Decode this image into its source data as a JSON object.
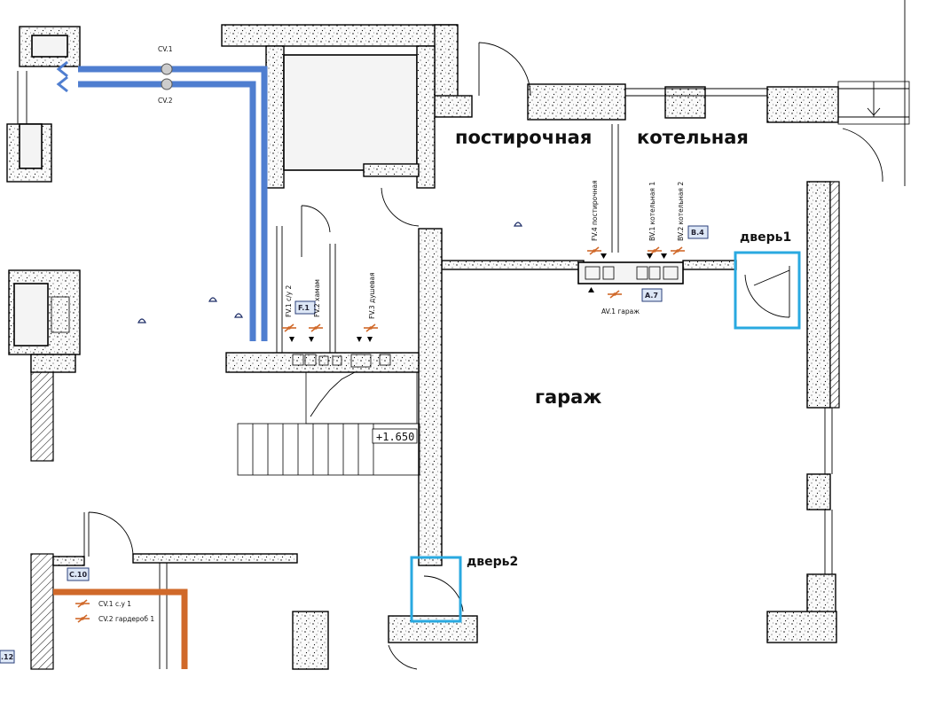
{
  "rooms": {
    "postirochnaya": "постирочная",
    "kotelnaya": "котельная",
    "garazh": "гараж"
  },
  "doors": {
    "door1": "дверь1",
    "door2": "дверь2"
  },
  "tags": {
    "b4": "B.4",
    "a7": "A.7",
    "f1": "F.1",
    "c10": "C.10",
    "c12": ".12"
  },
  "valves": {
    "cv1_top": "CV.1",
    "cv2_top": "CV.2",
    "fv4": "FV.4 постирочная",
    "bv1": "BV.1 котельная 1",
    "bv2": "BV.2 котельная 2",
    "av1": "AV.1 гараж",
    "fv1": "FV.1 с/у 2",
    "fv2": "FV.2 хамам",
    "fv3": "FV.3 душевая",
    "cv1_bottom": "CV.1 с.у 1",
    "cv2_bottom": "CV.2 гардероб 1"
  },
  "level_mark": "+1.650",
  "colors": {
    "blue_duct": "#4f7ed0",
    "orange_duct": "#d0692a",
    "highlight": "#29a9e0",
    "tag_fill": "#dde7f6"
  }
}
